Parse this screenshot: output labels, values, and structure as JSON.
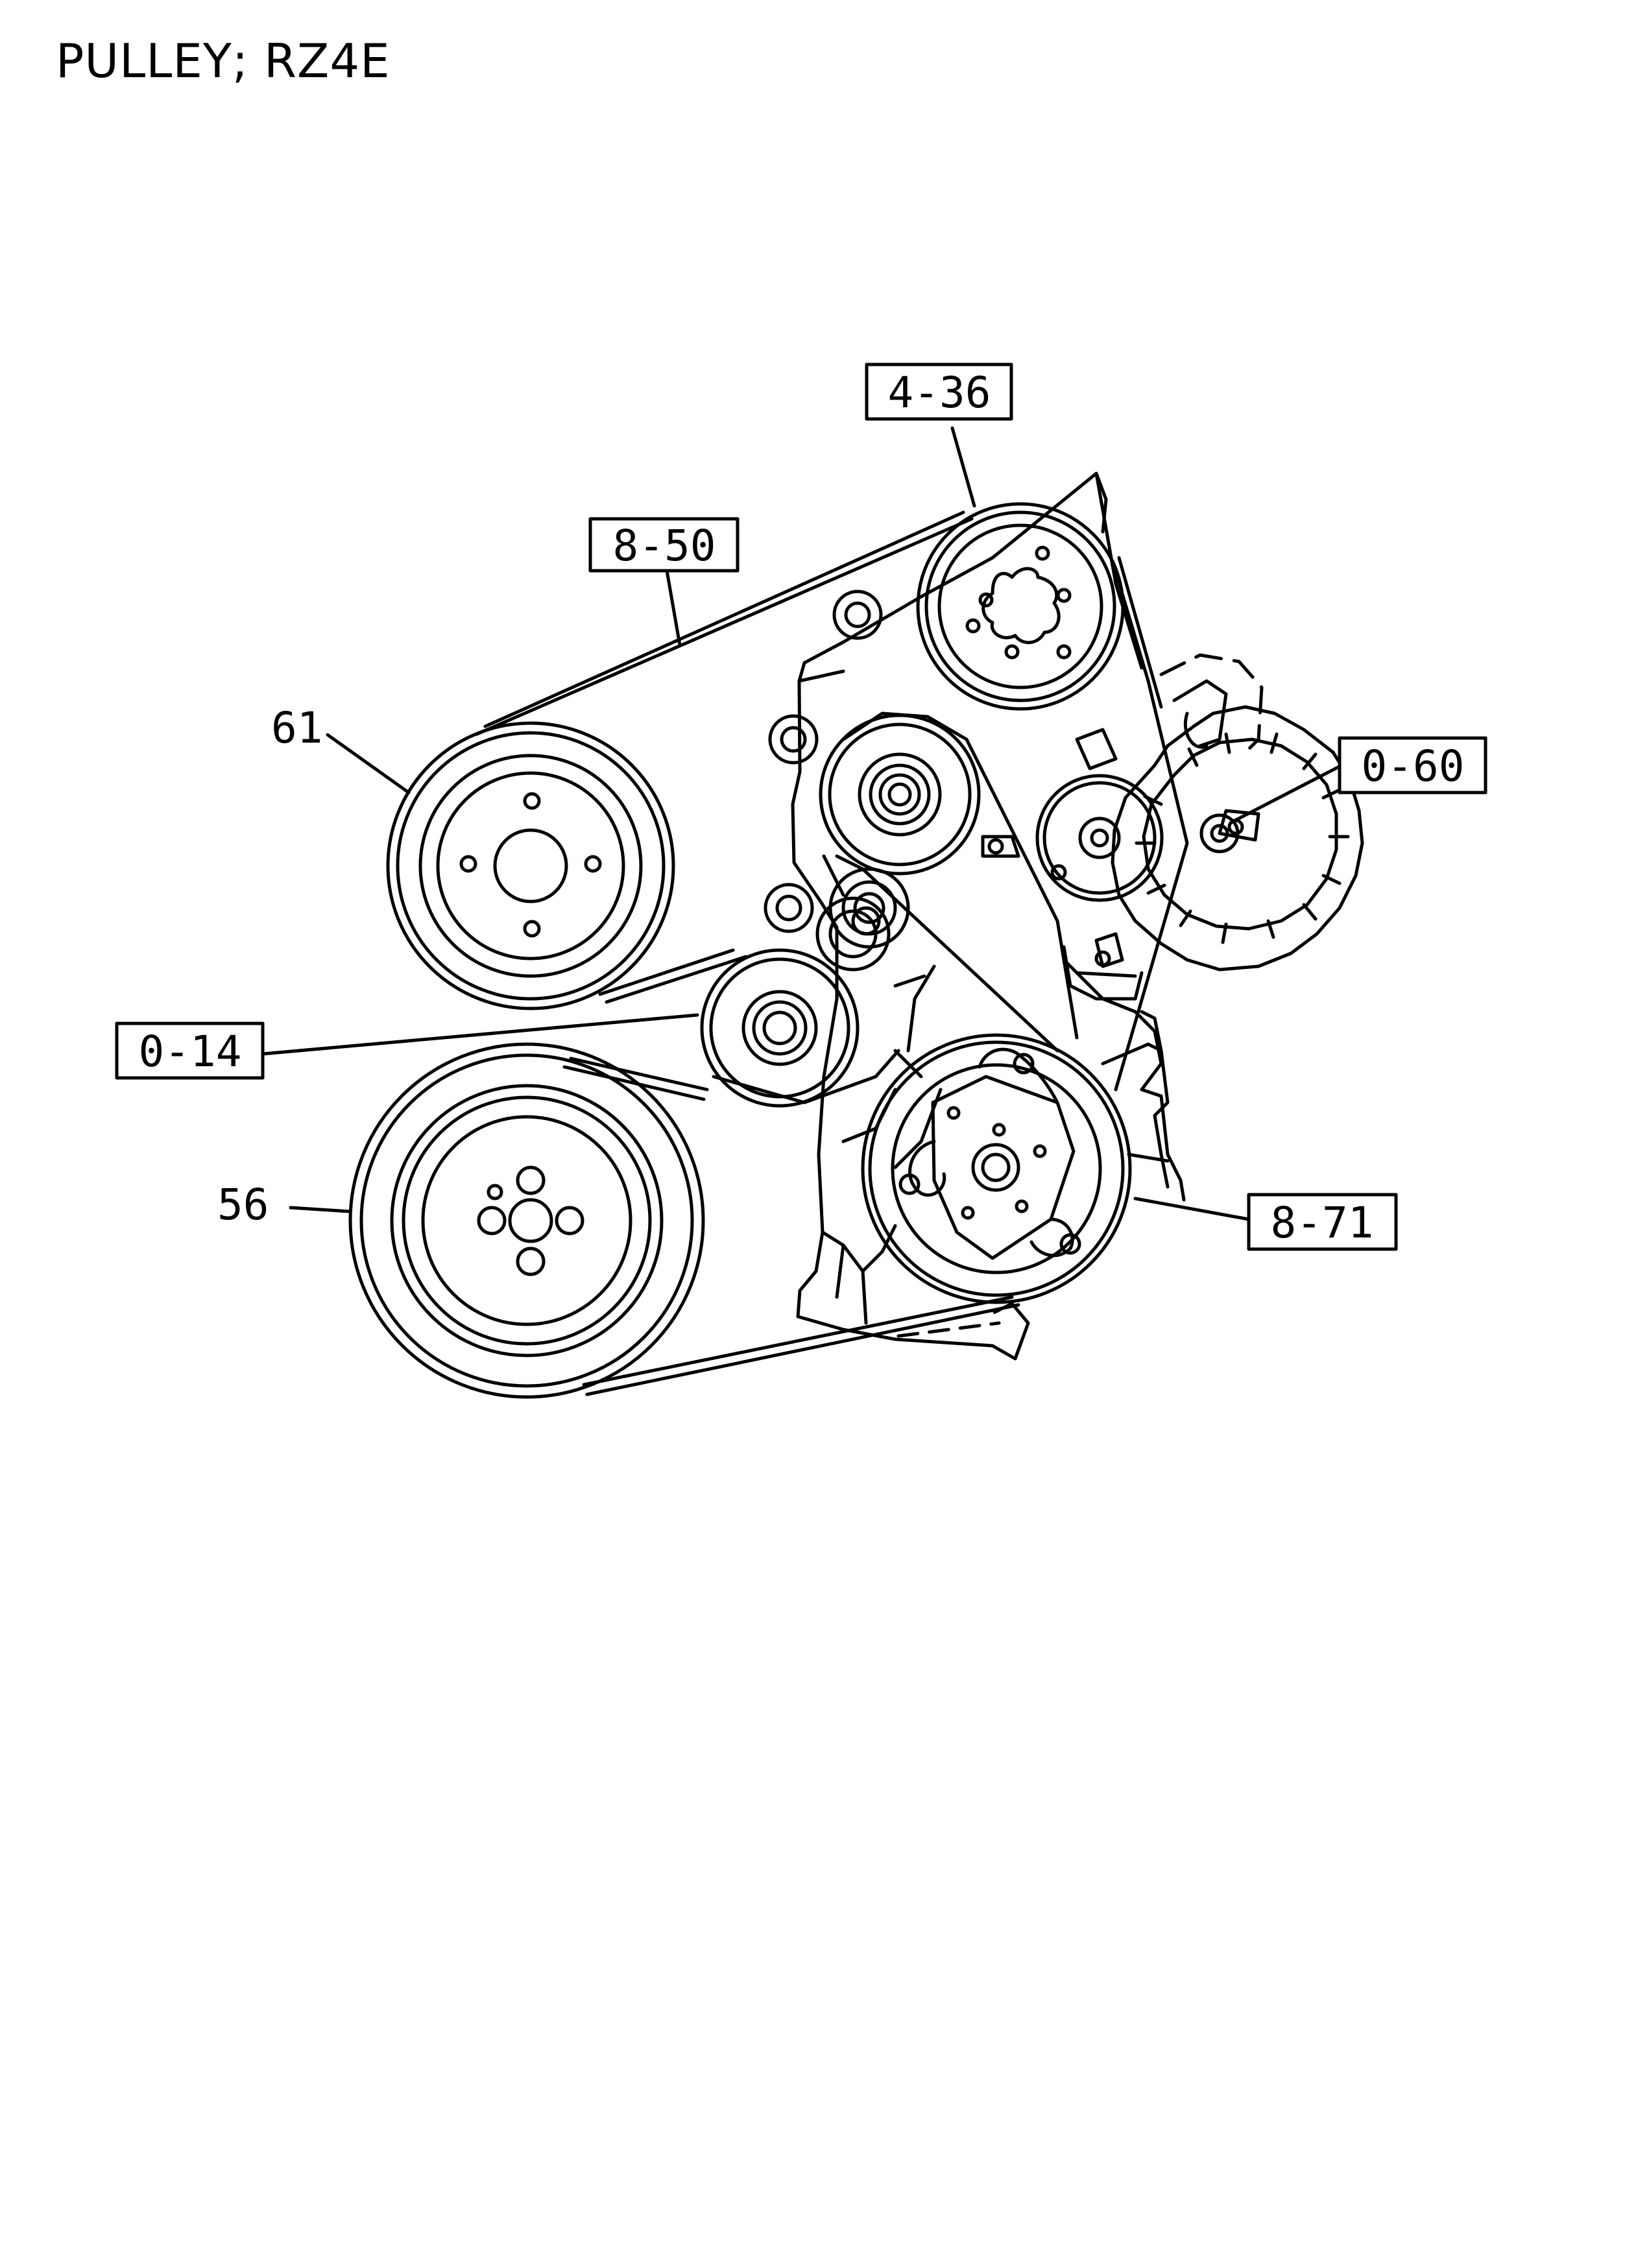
{
  "title": "PULLEY; RZ4E",
  "callouts": {
    "c_4_36": "4-36",
    "c_8_50": "8-50",
    "c_0_60": "0-60",
    "c_0_14": "0-14",
    "c_8_71": "8-71",
    "c_61": "61",
    "c_56": "56"
  },
  "colors": {
    "ink": "#000000",
    "paper": "#ffffff"
  }
}
